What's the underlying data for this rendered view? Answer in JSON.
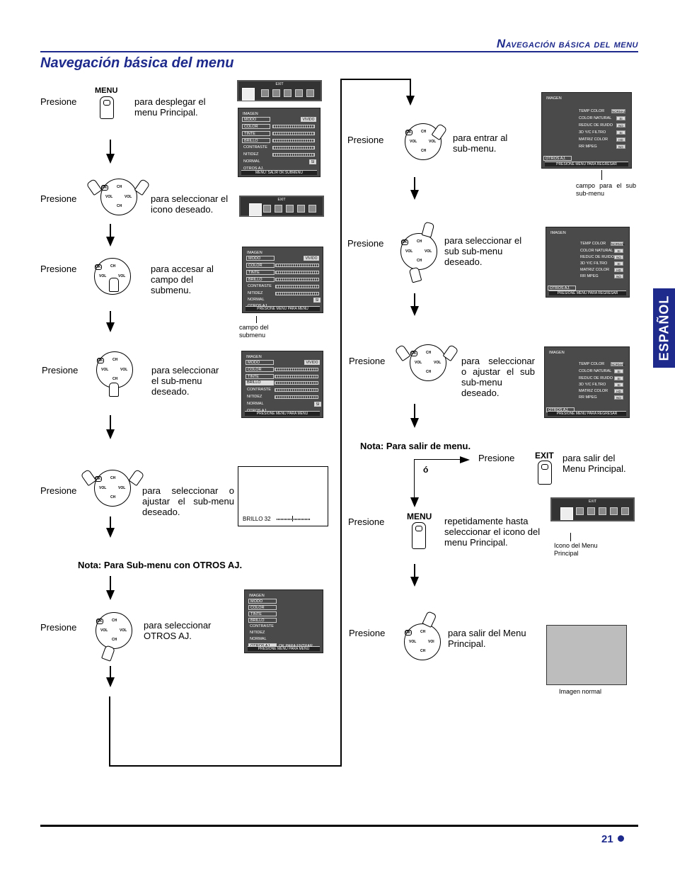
{
  "header": {
    "section_title_n": "N",
    "section_title_rest": "avegación básica del menu",
    "page_title": "Navegación básica del menu",
    "language_tab": "ESPAÑOL",
    "page_number": "21"
  },
  "left": {
    "step1": {
      "press": "Presione",
      "key": "MENU",
      "text": "para desplegar el menu Principal."
    },
    "step2": {
      "press": "Presione",
      "text": "para seleccionar el icono deseado."
    },
    "step3": {
      "press": "Presione",
      "text": "para accesar al campo del submenu.",
      "caption": "campo del submenu"
    },
    "step4": {
      "press": "Presione",
      "text": "para seleccionar el sub-menu deseado."
    },
    "step5": {
      "press": "Presione",
      "text": "para seleccionar o ajustar el sub-menu deseado.",
      "osd_text": "BRILLO  32"
    },
    "note": "Nota: Para Sub-menu con OTROS AJ.",
    "step6": {
      "press": "Presione",
      "text": "para seleccionar OTROS AJ."
    }
  },
  "right": {
    "step1": {
      "press": "Presione",
      "text": "para entrar al sub-menu.",
      "caption": "campo para el sub sub-menu"
    },
    "step2": {
      "press": "Presione",
      "text": "para seleccionar el sub sub-menu deseado."
    },
    "step3": {
      "press": "Presione",
      "text": "para seleccionar o ajustar el sub sub-menu deseado."
    },
    "note": "Nota: Para salir de menu.",
    "exit_step": {
      "press": "Presione",
      "key": "EXIT",
      "text": "para salir del Menu Principal.",
      "or": "ó",
      "caption": "Icono del Menu Principal"
    },
    "step4": {
      "press": "Presione",
      "key": "MENU",
      "text": "repetidamente hasta seleccionar el icono del menu Principal."
    },
    "step5": {
      "press": "Presione",
      "text": "para salir del Menu Principal.",
      "caption": "Imagen normal"
    }
  },
  "remote": {
    "ch": "CH",
    "vol_left": "VOL",
    "vol_right": "VOL",
    "ok": "OK",
    "vol_i": "VOl"
  },
  "osd": {
    "exit": "EXIT",
    "imagen": "IMAGEN",
    "modo": "MODO",
    "color": "COLOR",
    "tinte": "TINTE",
    "brillo": "BRILLO",
    "contraste": "CONTRASTE",
    "nitidez": "NITIDEZ",
    "normal": "NORMAL",
    "otros": "OTROS AJ.",
    "vivido": "VIVIDO",
    "si": "SI",
    "menu_salir": "MENU: SALIR  OK:SUBMENU",
    "presione_menu": "PRESIONE MENU PARA MENU",
    "presione_regresar": "PRESIONE MENU PARA REGRESAR",
    "ok_entrar": "OK PARA ENTRAR",
    "temp_color": "TEMP COLOR",
    "color_natural": "COLOR NATURAL",
    "reduc_ruido": "REDUC DE RUIDO",
    "yc_filtro": "3D Y/C FILTRO",
    "matriz_color": "MATRIZ COLOR",
    "rr_mpeg": "RR MPEG",
    "normal_val": "NORMAL",
    "no": "NO",
    "hd": "HD"
  }
}
